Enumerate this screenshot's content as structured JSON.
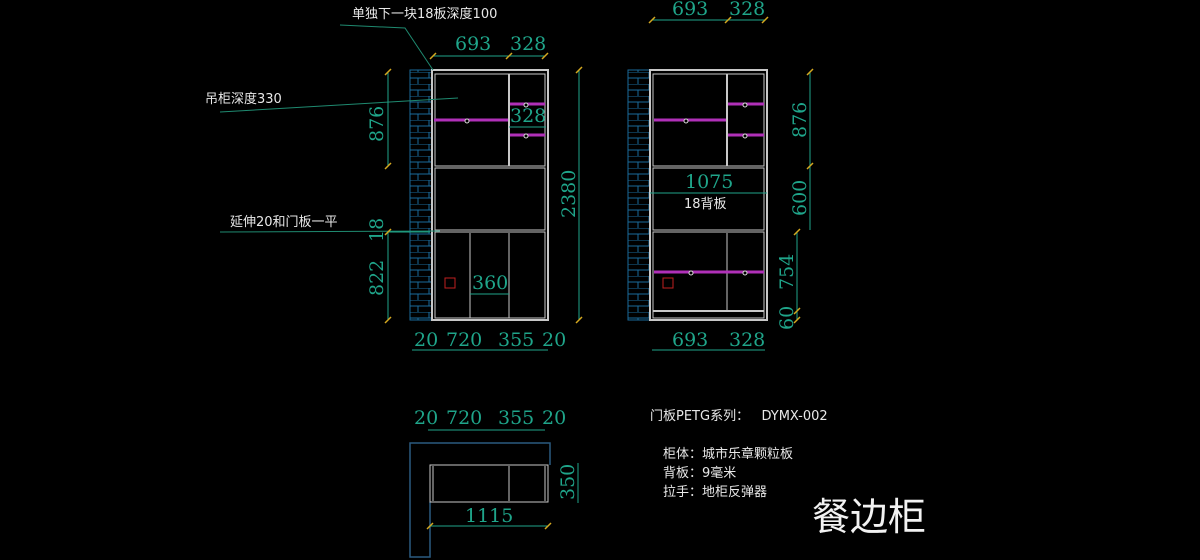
{
  "front_elevation": {
    "annotations": {
      "top_note": "单独下一块18板深度100",
      "upper_cabinet_note": "吊柜深度330",
      "extension_note": "延伸20和门板一平"
    },
    "dims": {
      "top_left": "693",
      "top_right": "328",
      "inner_right": "328",
      "height_total": "2380",
      "upper_height": "876",
      "gap": "18",
      "lower_height": "822",
      "door_width": "360",
      "bottom": [
        "20",
        "720",
        "355",
        "20"
      ]
    }
  },
  "back_elevation": {
    "dims": {
      "top_left": "693",
      "top_right": "328",
      "middle_width": "1075",
      "back_panel": "18背板",
      "upper_height": "876",
      "middle_height": "600",
      "lower_height": "754",
      "plinth": "60",
      "bottom_left": "693",
      "bottom_right": "328"
    }
  },
  "plan_view": {
    "dims": {
      "top": [
        "20",
        "720",
        "355",
        "20"
      ],
      "depth": "350",
      "width": "1115"
    }
  },
  "notes": {
    "series": "门板PETG系列：   DYMX-002",
    "body": "柜体：城市乐章颗粒板",
    "back": "背板：9毫米",
    "handle": "拉手：地柜反弹器"
  },
  "title": "餐边柜",
  "colors": {
    "dimension": "#1fa58a",
    "shelf": "#b030b8",
    "wall": "#1a6a9a",
    "marker": "#d4a820"
  }
}
